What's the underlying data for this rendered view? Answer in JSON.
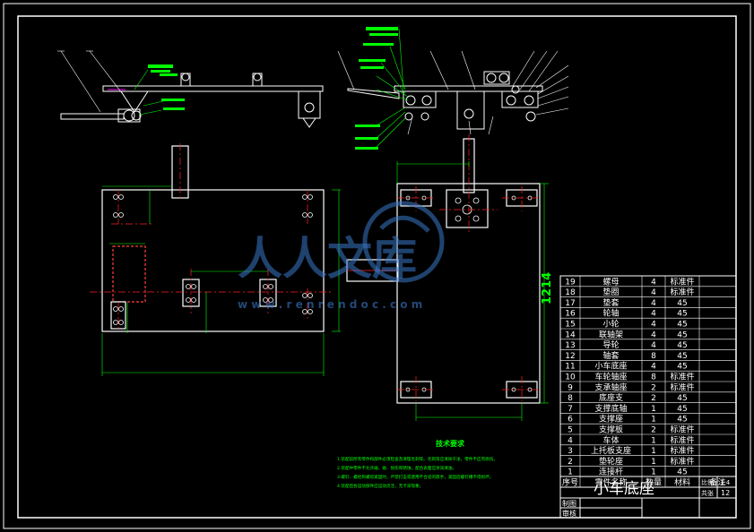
{
  "drawing": {
    "title": "小车底座",
    "scale_label": "比例",
    "scale_value": "1:4",
    "sheet_label": "共张",
    "sheet_value": "12",
    "drawn_label": "制图",
    "check_label": "审核",
    "dimension_1214": "1214"
  },
  "watermark": {
    "text": "人人文库",
    "url": "w w w . r e n r e n d o c . c o m"
  },
  "tech_notes": {
    "heading": "技术要求",
    "lines": [
      "1.装配前所有零件和部件必须检查及清理毛刺等。毛刺等应清除干净，零件不应有损伤。",
      "2.装配中零件不允许磕、碰、划伤和锈蚀，配合表面应涂润滑油。",
      "3.螺钉、螺栓和螺母紧固时，严禁打击或使用不合适的扳手，紧固后螺钉槽不得损坏。",
      "4.装配后各运动部件应运动灵活，无卡滞现象。"
    ]
  },
  "bom": {
    "header": [
      "序号",
      "零件名称",
      "数量",
      "材料",
      "备注"
    ],
    "rows": [
      [
        "19",
        "螺母",
        "4",
        "标准件",
        ""
      ],
      [
        "18",
        "垫圈",
        "4",
        "标准件",
        ""
      ],
      [
        "17",
        "垫套",
        "4",
        "45",
        ""
      ],
      [
        "16",
        "轮轴",
        "4",
        "45",
        ""
      ],
      [
        "15",
        "小轮",
        "4",
        "45",
        ""
      ],
      [
        "14",
        "联轴架",
        "4",
        "45",
        ""
      ],
      [
        "13",
        "导轮",
        "4",
        "45",
        ""
      ],
      [
        "12",
        "轴套",
        "8",
        "45",
        ""
      ],
      [
        "11",
        "小车底座",
        "4",
        "45",
        ""
      ],
      [
        "10",
        "车轮轴座",
        "8",
        "标准件",
        ""
      ],
      [
        "9",
        "支承轴座",
        "2",
        "标准件",
        ""
      ],
      [
        "8",
        "底座支",
        "2",
        "45",
        ""
      ],
      [
        "7",
        "支撑底轴",
        "1",
        "45",
        ""
      ],
      [
        "6",
        "支撑座",
        "1",
        "45",
        ""
      ],
      [
        "5",
        "支撑板",
        "2",
        "标准件",
        ""
      ],
      [
        "4",
        "车体",
        "1",
        "标准件",
        ""
      ],
      [
        "3",
        "上托板支座",
        "1",
        "标准件",
        ""
      ],
      [
        "2",
        "垫轮座",
        "1",
        "标准件",
        ""
      ],
      [
        "1",
        "连接杆",
        "1",
        "45",
        ""
      ]
    ]
  },
  "colors": {
    "background": "#000000",
    "line": "#ffffff",
    "leader": "#00ff00",
    "center": "#ff2020",
    "accent": "#ff00ff",
    "watermark": "#3a78c8"
  }
}
